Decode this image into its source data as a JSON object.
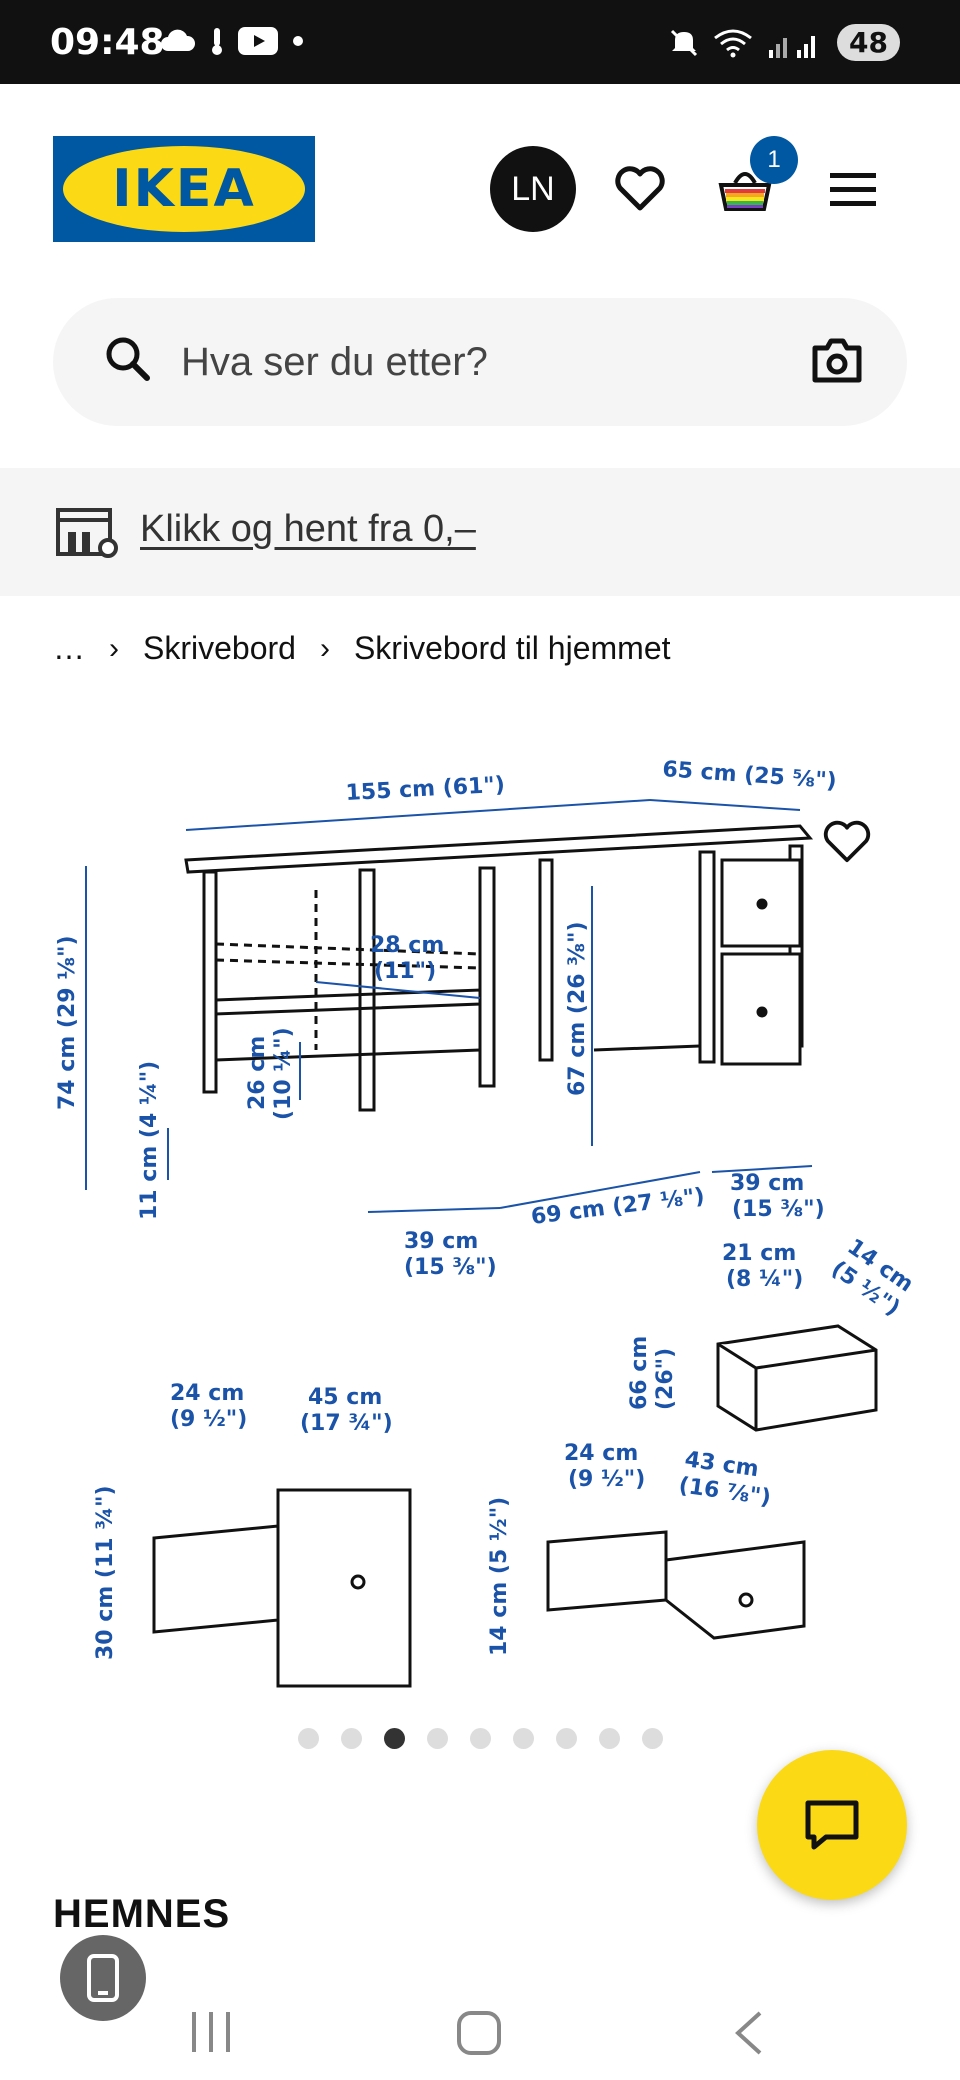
{
  "status_bar": {
    "time": "09:48",
    "battery": "48"
  },
  "header": {
    "logo_text": "IKEA",
    "avatar_initials": "LN",
    "cart_count": "1"
  },
  "search": {
    "placeholder": "Hva ser du etter?"
  },
  "banner": {
    "link_text": "Klikk og hent fra 0,–"
  },
  "breadcrumb": {
    "ellipsis": "…",
    "level1": "Skrivebord",
    "level2": "Skrivebord til hjemmet"
  },
  "diagram": {
    "desk_width": "155 cm (61\")",
    "desk_depth": "65 cm (25 ⅝\")",
    "desk_height": "74 cm (29 ⅛\")",
    "shelf_depth_a": "28 cm",
    "shelf_depth_b": "(11\")",
    "shelf_gap_a": "26 cm",
    "shelf_gap_b": "(10 ¼\")",
    "knee_height_a": "67 cm (26 ⅜\")",
    "floor_gap_a": "11 cm (4 ¼\")",
    "left_width_a": "39 cm",
    "left_width_b": "(15 ⅜\")",
    "middle_width": "69 cm (27 ⅛\")",
    "right_width_a": "39 cm",
    "right_width_b": "(15 ⅜\")",
    "small_drawer_w_a": "21 cm",
    "small_drawer_w_b": "(8 ¼\")",
    "small_drawer_d_a": "14 cm",
    "small_drawer_d_b": "(5 ½\")",
    "small_drawer_h_a": "66 cm",
    "small_drawer_h_b": "(26\")",
    "big_drawer_w_a": "24 cm",
    "big_drawer_w_b": "(9 ½\")",
    "big_drawer_d_a": "45 cm",
    "big_drawer_d_b": "(17 ¾\")",
    "big_drawer_h": "30 cm (11 ¾\")",
    "mid_drawer_w_a": "24 cm",
    "mid_drawer_w_b": "(9 ½\")",
    "mid_drawer_d_a": "43 cm",
    "mid_drawer_d_b": "(16 ⅞\")",
    "mid_drawer_h": "14 cm (5 ½\")"
  },
  "carousel": {
    "total": 9,
    "active_index": 2
  },
  "product": {
    "name": "HEMNES"
  },
  "colors": {
    "ikea_blue": "#0058a3",
    "ikea_yellow": "#fbd914",
    "dimension_blue": "#1a53a8"
  }
}
